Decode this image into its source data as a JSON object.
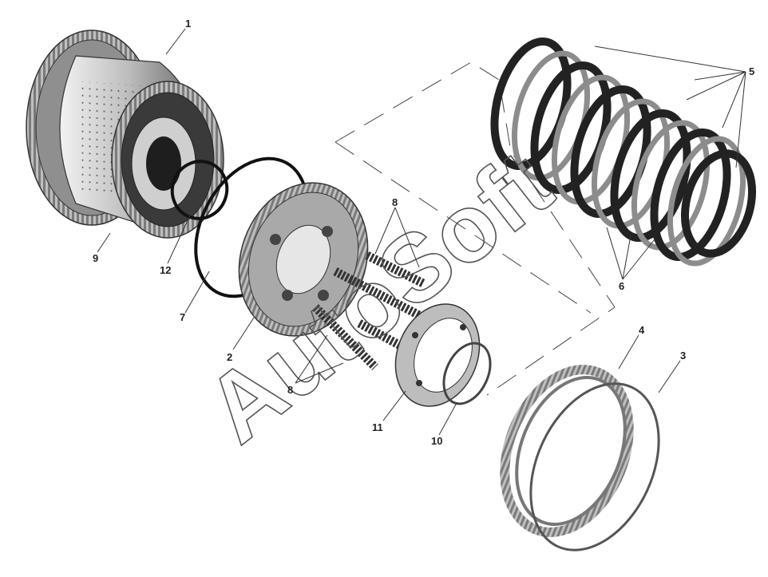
{
  "callouts": {
    "n1": "1",
    "n2": "2",
    "n3": "3",
    "n4": "4",
    "n5": "5",
    "n6": "6",
    "n7": "7",
    "n8a": "8",
    "n8b": "8",
    "n9": "9",
    "n10": "10",
    "n11": "11",
    "n12": "12"
  },
  "watermark": "AutoSoft",
  "parts": [
    {
      "id": "1",
      "icon": "clutch-drum-gear-icon"
    },
    {
      "id": "2",
      "icon": "piston-gear-icon"
    },
    {
      "id": "3",
      "icon": "snap-ring-icon"
    },
    {
      "id": "4",
      "icon": "gear-ring-icon"
    },
    {
      "id": "5",
      "icon": "friction-disc-icon"
    },
    {
      "id": "6",
      "icon": "steel-disc-icon"
    },
    {
      "id": "7",
      "icon": "o-ring-icon"
    },
    {
      "id": "8",
      "icon": "spring-icon"
    },
    {
      "id": "9",
      "icon": "clutch-hub-icon"
    },
    {
      "id": "10",
      "icon": "retaining-ring-icon"
    },
    {
      "id": "11",
      "icon": "spring-retainer-icon"
    },
    {
      "id": "12",
      "icon": "seal-ring-icon"
    }
  ],
  "colors": {
    "metal_light": "#d9d9d9",
    "metal_mid": "#9a9a9a",
    "metal_dark": "#2b2b2b",
    "line": "#333333"
  }
}
